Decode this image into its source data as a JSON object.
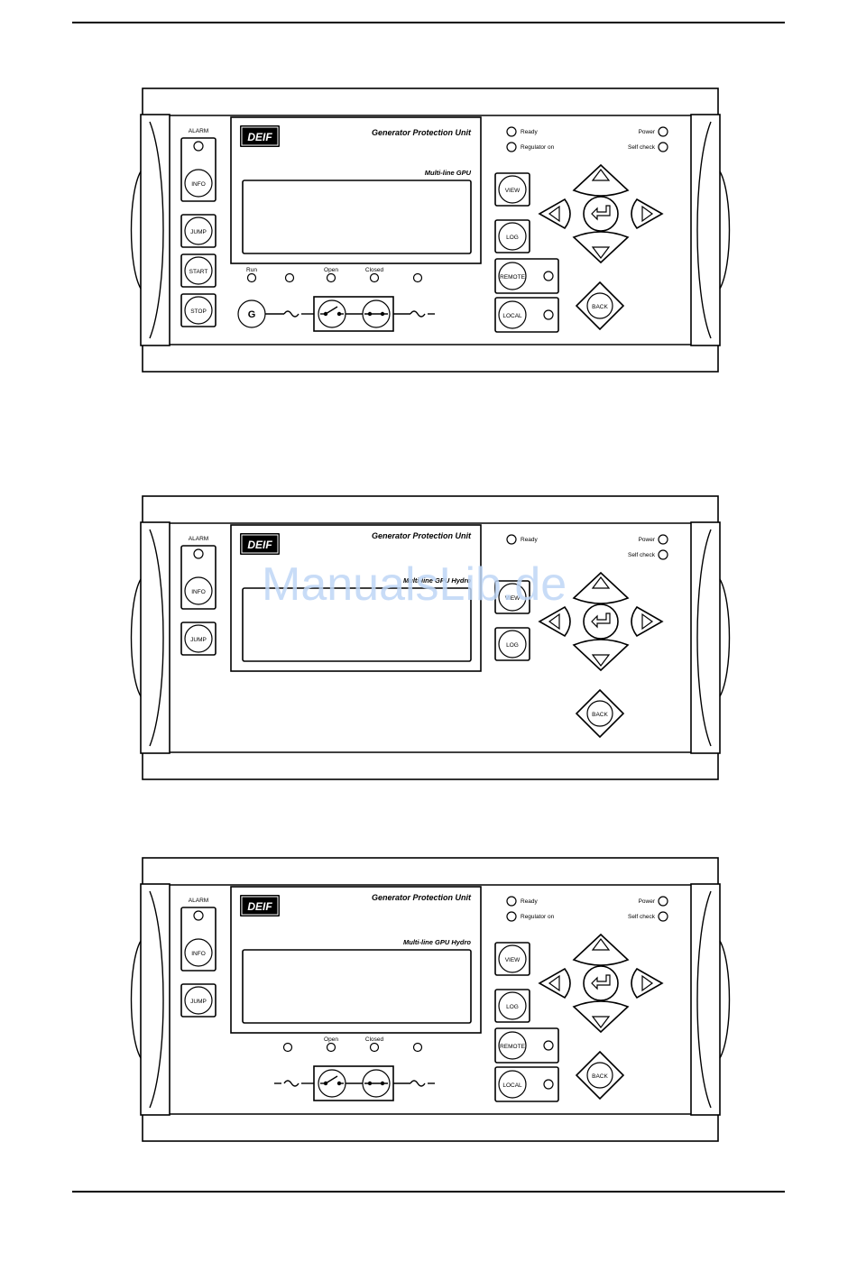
{
  "panels": [
    {
      "alarm_label": "ALARM",
      "info": "INFO",
      "jump": "JUMP",
      "start": "START",
      "stop": "STOP",
      "logo": "DEIF",
      "title": "Generator Protection Unit",
      "model": "Multi-line GPU",
      "ready": "Ready",
      "regulator": "Regulator on",
      "power": "Power",
      "selfcheck": "Self check",
      "view": "VIEW",
      "log": "LOG",
      "remote": "REMOTE",
      "local": "LOCAL",
      "back": "BACK",
      "run": "Run",
      "open": "Open",
      "closed": "Closed",
      "gen": "G"
    },
    {
      "alarm_label": "ALARM",
      "info": "INFO",
      "jump": "JUMP",
      "logo": "DEIF",
      "title": "Generator Protection Unit",
      "model": "Multi-line GPU Hydro",
      "ready": "Ready",
      "power": "Power",
      "selfcheck": "Self check",
      "view": "VIEW",
      "log": "LOG",
      "back": "BACK"
    },
    {
      "alarm_label": "ALARM",
      "info": "INFO",
      "jump": "JUMP",
      "logo": "DEIF",
      "title": "Generator Protection Unit",
      "model": "Multi-line GPU Hydro",
      "ready": "Ready",
      "regulator": "Regulator on",
      "power": "Power",
      "selfcheck": "Self check",
      "view": "VIEW",
      "log": "LOG",
      "remote": "REMOTE",
      "local": "LOCAL",
      "back": "BACK",
      "open": "Open",
      "closed": "Closed"
    }
  ],
  "watermark": "ManualsLib.de"
}
